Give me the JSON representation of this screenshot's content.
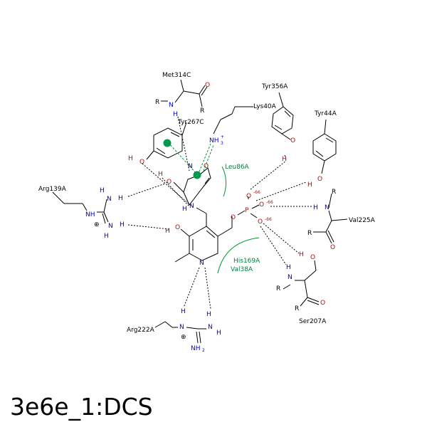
{
  "title": "3e6e_1:DCS",
  "residues": {
    "met314c": "Met314C",
    "tyr267c": "Tyr267C",
    "lys40a": "Lys40A",
    "tyr356a": "Tyr356A",
    "tyr44a": "Tyr44A",
    "leu86a": "Leu86A",
    "arg139a": "Arg139A",
    "val225a": "Val225A",
    "his169a": "His169A",
    "val38a": "Val38A",
    "ser207a": "Ser207A",
    "arg222a": "Arg222A"
  },
  "atoms": {
    "R": "R",
    "N": "N",
    "H": "H",
    "O": "O",
    "P": "P",
    "NH": "NH",
    "NH2": "NH",
    "NH3": "NH",
    "sub2": "2",
    "sub3": "3",
    "plus": "+",
    "circle_plus": "⊕",
    "charge": "-66"
  },
  "colors": {
    "nitrogen": "#0000cc",
    "oxygen": "#cc0000",
    "hydrophobic": "#009933",
    "bond": "#000000"
  }
}
